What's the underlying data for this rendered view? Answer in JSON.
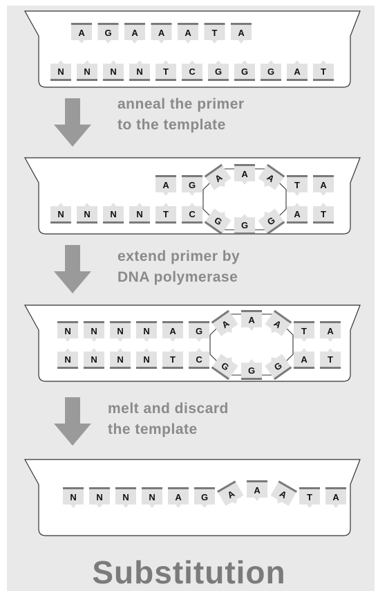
{
  "captions": {
    "step1": [
      "anneal the primer",
      "to the template"
    ],
    "step2": [
      "extend primer by",
      "DNA polymerase"
    ],
    "step3": [
      "melt and discard",
      "the template"
    ]
  },
  "title": "Substitution",
  "panels": {
    "panel1": {
      "primer": [
        "A",
        "G",
        "A",
        "A",
        "A",
        "T",
        "A"
      ],
      "template": [
        "N",
        "N",
        "N",
        "N",
        "T",
        "C",
        "G",
        "G",
        "G",
        "A",
        "T"
      ]
    },
    "panel2": {
      "primer": [
        "A",
        "G",
        "A",
        "A",
        "A",
        "T",
        "A"
      ],
      "template": [
        "N",
        "N",
        "N",
        "N",
        "T",
        "C",
        "G",
        "G",
        "G",
        "A",
        "T"
      ]
    },
    "panel3": {
      "top": [
        "N",
        "N",
        "N",
        "N",
        "A",
        "G",
        "A",
        "A",
        "A",
        "T",
        "A"
      ],
      "bottom": [
        "N",
        "N",
        "N",
        "N",
        "T",
        "C",
        "G",
        "G",
        "G",
        "A",
        "T"
      ]
    },
    "panel4": {
      "strand": [
        "N",
        "N",
        "N",
        "N",
        "A",
        "G",
        "A",
        "A",
        "A",
        "T",
        "A"
      ]
    }
  },
  "colors": {
    "background": "#e9e9e9",
    "tray_fill": "#ffffff",
    "tray_stroke": "#333333",
    "tile_fill": "#e2e2e2",
    "backbone": "#7a7a7a",
    "arrow": "#9a9a9a",
    "caption_text": "#8a8a8a",
    "title_text": "#7b7b7b"
  },
  "icons": [
    "down-arrow-icon"
  ]
}
